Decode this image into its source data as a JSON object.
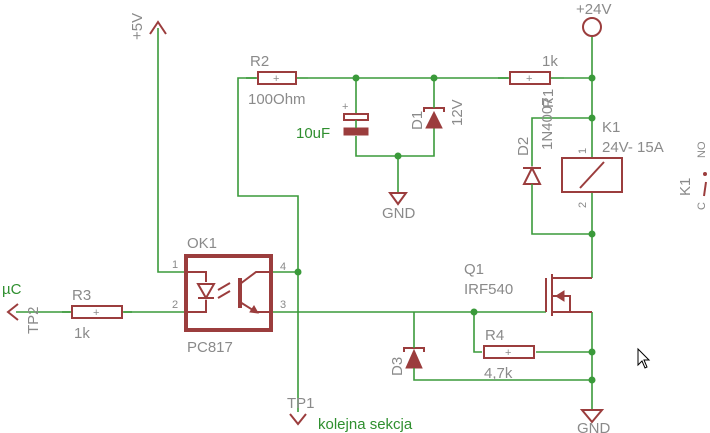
{
  "labels": {
    "plus5v": "+5V",
    "plus24v": "+24V",
    "r2_name": "R2",
    "r2_value": "100Ohm",
    "r1_value": "1k",
    "r1_name": "R1",
    "c_polarity": "+",
    "c_value": "10uF",
    "d1_name": "D1",
    "d1_value": "12V",
    "gnd_top": "GND",
    "d2_name": "D2",
    "d2_value": "1N4007",
    "k1_name": "K1",
    "k1_value": "24V- 15A",
    "k1_contact_name": "K1",
    "k1_contact_c": "C",
    "k1_contact_no": "NO",
    "k1_pin1": "1",
    "k1_pin2": "2",
    "ok1_name": "OK1",
    "ok1_value": "PC817",
    "ok1_pin1": "1",
    "ok1_pin2": "2",
    "ok1_pin3": "3",
    "ok1_pin4": "4",
    "uc_label": "µC",
    "tp2": "TP2",
    "r3_name": "R3",
    "r3_value": "1k",
    "q1_name": "Q1",
    "q1_value": "IRF540",
    "r4_name": "R4",
    "r4_value": "4,7k",
    "d3_name": "D3",
    "tp1": "TP1",
    "next_section": "kolejna sekcja",
    "gnd_bottom": "GND",
    "resistor_mark": "+"
  },
  "colors": {
    "wire": "#3a9a3a",
    "part": "#9b3d3d",
    "label": "#8a8a8a",
    "net_label": "#2f8f2f"
  }
}
